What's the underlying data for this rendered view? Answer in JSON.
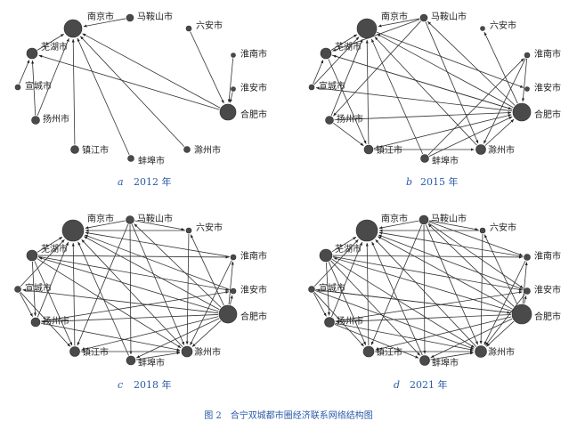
{
  "figure_caption": "图 2　合宁双城都市圈经济联系网络结构图",
  "cities": {
    "nanjing": "南京市",
    "maanshan": "马鞍山市",
    "luan": "六安市",
    "huainan": "淮南市",
    "huaian": "淮安市",
    "hefei": "合肥市",
    "chuzhou": "滁州市",
    "bengbu": "蚌埠市",
    "zhenjiang": "镇江市",
    "yangzhou": "扬州市",
    "xuancheng": "宣城市",
    "wuhu": "芜湖市"
  },
  "panels": [
    {
      "letter": "a",
      "year": "2012 年",
      "node_size": {
        "nanjing": 10,
        "maanshan": 4,
        "luan": 3,
        "huainan": 2.5,
        "huaian": 2.5,
        "hefei": 9,
        "chuzhou": 3.5,
        "bengbu": 3.5,
        "zhenjiang": 4.5,
        "yangzhou": 4.5,
        "xuancheng": 3,
        "wuhu": 6
      },
      "edges": [
        [
          "maanshan",
          "nanjing"
        ],
        [
          "wuhu",
          "nanjing"
        ],
        [
          "yangzhou",
          "nanjing"
        ],
        [
          "zhenjiang",
          "nanjing"
        ],
        [
          "bengbu",
          "nanjing"
        ],
        [
          "chuzhou",
          "nanjing"
        ],
        [
          "hefei",
          "nanjing"
        ],
        [
          "hefei",
          "wuhu"
        ],
        [
          "luan",
          "hefei"
        ],
        [
          "huainan",
          "hefei"
        ],
        [
          "huaian",
          "hefei"
        ],
        [
          "xuancheng",
          "wuhu"
        ],
        [
          "yangzhou",
          "wuhu"
        ]
      ]
    },
    {
      "letter": "b",
      "year": "2015 年",
      "node_size": {
        "nanjing": 11,
        "maanshan": 4,
        "luan": 2.5,
        "huainan": 3,
        "huaian": 2.5,
        "hefei": 10,
        "chuzhou": 5.5,
        "bengbu": 4.5,
        "zhenjiang": 5,
        "yangzhou": 4.5,
        "xuancheng": 3,
        "wuhu": 6
      },
      "edges": [
        [
          "maanshan",
          "nanjing"
        ],
        [
          "wuhu",
          "nanjing"
        ],
        [
          "xuancheng",
          "nanjing"
        ],
        [
          "yangzhou",
          "nanjing"
        ],
        [
          "zhenjiang",
          "nanjing"
        ],
        [
          "bengbu",
          "nanjing"
        ],
        [
          "chuzhou",
          "nanjing"
        ],
        [
          "hefei",
          "nanjing"
        ],
        [
          "nanjing",
          "huaian"
        ],
        [
          "hefei",
          "wuhu"
        ],
        [
          "hefei",
          "xuancheng"
        ],
        [
          "hefei",
          "maanshan"
        ],
        [
          "hefei",
          "luan"
        ],
        [
          "huainan",
          "hefei"
        ],
        [
          "huainan",
          "chuzhou"
        ],
        [
          "maanshan",
          "chuzhou"
        ],
        [
          "maanshan",
          "yangzhou"
        ],
        [
          "wuhu",
          "hefei"
        ],
        [
          "zhenjiang",
          "hefei"
        ],
        [
          "yangzhou",
          "hefei"
        ],
        [
          "bengbu",
          "hefei"
        ],
        [
          "chuzhou",
          "hefei"
        ],
        [
          "wuhu",
          "zhenjiang"
        ],
        [
          "bengbu",
          "huainan"
        ],
        [
          "zhenjiang",
          "chuzhou"
        ],
        [
          "yangzhou",
          "zhenjiang"
        ],
        [
          "xuancheng",
          "wuhu"
        ],
        [
          "maanshan",
          "wuhu"
        ]
      ]
    },
    {
      "letter": "c",
      "year": "2018 年",
      "node_size": {
        "nanjing": 12,
        "maanshan": 4.5,
        "luan": 3,
        "huainan": 3,
        "huaian": 3,
        "hefei": 10,
        "chuzhou": 6,
        "bengbu": 5,
        "zhenjiang": 5.5,
        "yangzhou": 5,
        "xuancheng": 3.5,
        "wuhu": 6
      },
      "edges": [
        [
          "maanshan",
          "nanjing"
        ],
        [
          "wuhu",
          "nanjing"
        ],
        [
          "xuancheng",
          "nanjing"
        ],
        [
          "yangzhou",
          "nanjing"
        ],
        [
          "zhenjiang",
          "nanjing"
        ],
        [
          "bengbu",
          "nanjing"
        ],
        [
          "chuzhou",
          "nanjing"
        ],
        [
          "hefei",
          "nanjing"
        ],
        [
          "huainan",
          "nanjing"
        ],
        [
          "huaian",
          "nanjing"
        ],
        [
          "luan",
          "nanjing"
        ],
        [
          "hefei",
          "wuhu"
        ],
        [
          "hefei",
          "xuancheng"
        ],
        [
          "hefei",
          "maanshan"
        ],
        [
          "hefei",
          "luan"
        ],
        [
          "hefei",
          "huainan"
        ],
        [
          "hefei",
          "huaian"
        ],
        [
          "hefei",
          "yangzhou"
        ],
        [
          "hefei",
          "zhenjiang"
        ],
        [
          "hefei",
          "bengbu"
        ],
        [
          "hefei",
          "chuzhou"
        ],
        [
          "maanshan",
          "luan"
        ],
        [
          "maanshan",
          "chuzhou"
        ],
        [
          "maanshan",
          "bengbu"
        ],
        [
          "maanshan",
          "zhenjiang"
        ],
        [
          "wuhu",
          "zhenjiang"
        ],
        [
          "wuhu",
          "chuzhou"
        ],
        [
          "wuhu",
          "huainan"
        ],
        [
          "wuhu",
          "huaian"
        ],
        [
          "wuhu",
          "yangzhou"
        ],
        [
          "xuancheng",
          "yangzhou"
        ],
        [
          "yangzhou",
          "chuzhou"
        ],
        [
          "yangzhou",
          "huaian"
        ],
        [
          "zhenjiang",
          "chuzhou"
        ],
        [
          "bengbu",
          "chuzhou"
        ],
        [
          "xuancheng",
          "zhenjiang"
        ],
        [
          "huainan",
          "chuzhou"
        ],
        [
          "luan",
          "chuzhou"
        ]
      ]
    },
    {
      "letter": "d",
      "year": "2021 年",
      "node_size": {
        "nanjing": 12,
        "maanshan": 5,
        "luan": 3,
        "huainan": 3.5,
        "huaian": 3.5,
        "hefei": 11,
        "chuzhou": 6.5,
        "bengbu": 5.5,
        "zhenjiang": 6,
        "yangzhou": 5.5,
        "xuancheng": 3.5,
        "wuhu": 7
      },
      "edges": [
        [
          "maanshan",
          "nanjing"
        ],
        [
          "wuhu",
          "nanjing"
        ],
        [
          "xuancheng",
          "nanjing"
        ],
        [
          "yangzhou",
          "nanjing"
        ],
        [
          "zhenjiang",
          "nanjing"
        ],
        [
          "bengbu",
          "nanjing"
        ],
        [
          "chuzhou",
          "nanjing"
        ],
        [
          "hefei",
          "nanjing"
        ],
        [
          "huainan",
          "nanjing"
        ],
        [
          "huaian",
          "nanjing"
        ],
        [
          "luan",
          "nanjing"
        ],
        [
          "hefei",
          "wuhu"
        ],
        [
          "hefei",
          "xuancheng"
        ],
        [
          "hefei",
          "maanshan"
        ],
        [
          "hefei",
          "luan"
        ],
        [
          "hefei",
          "huainan"
        ],
        [
          "hefei",
          "huaian"
        ],
        [
          "hefei",
          "yangzhou"
        ],
        [
          "hefei",
          "zhenjiang"
        ],
        [
          "hefei",
          "bengbu"
        ],
        [
          "hefei",
          "chuzhou"
        ],
        [
          "maanshan",
          "luan"
        ],
        [
          "maanshan",
          "chuzhou"
        ],
        [
          "maanshan",
          "bengbu"
        ],
        [
          "maanshan",
          "zhenjiang"
        ],
        [
          "maanshan",
          "huaian"
        ],
        [
          "maanshan",
          "huainan"
        ],
        [
          "wuhu",
          "zhenjiang"
        ],
        [
          "wuhu",
          "chuzhou"
        ],
        [
          "wuhu",
          "huainan"
        ],
        [
          "wuhu",
          "huaian"
        ],
        [
          "wuhu",
          "yangzhou"
        ],
        [
          "wuhu",
          "bengbu"
        ],
        [
          "xuancheng",
          "yangzhou"
        ],
        [
          "xuancheng",
          "chuzhou"
        ],
        [
          "xuancheng",
          "hefei"
        ],
        [
          "yangzhou",
          "chuzhou"
        ],
        [
          "yangzhou",
          "huaian"
        ],
        [
          "yangzhou",
          "bengbu"
        ],
        [
          "zhenjiang",
          "chuzhou"
        ],
        [
          "bengbu",
          "chuzhou"
        ],
        [
          "xuancheng",
          "zhenjiang"
        ],
        [
          "huainan",
          "chuzhou"
        ],
        [
          "luan",
          "chuzhou"
        ],
        [
          "huaian",
          "chuzhou"
        ]
      ]
    }
  ]
}
